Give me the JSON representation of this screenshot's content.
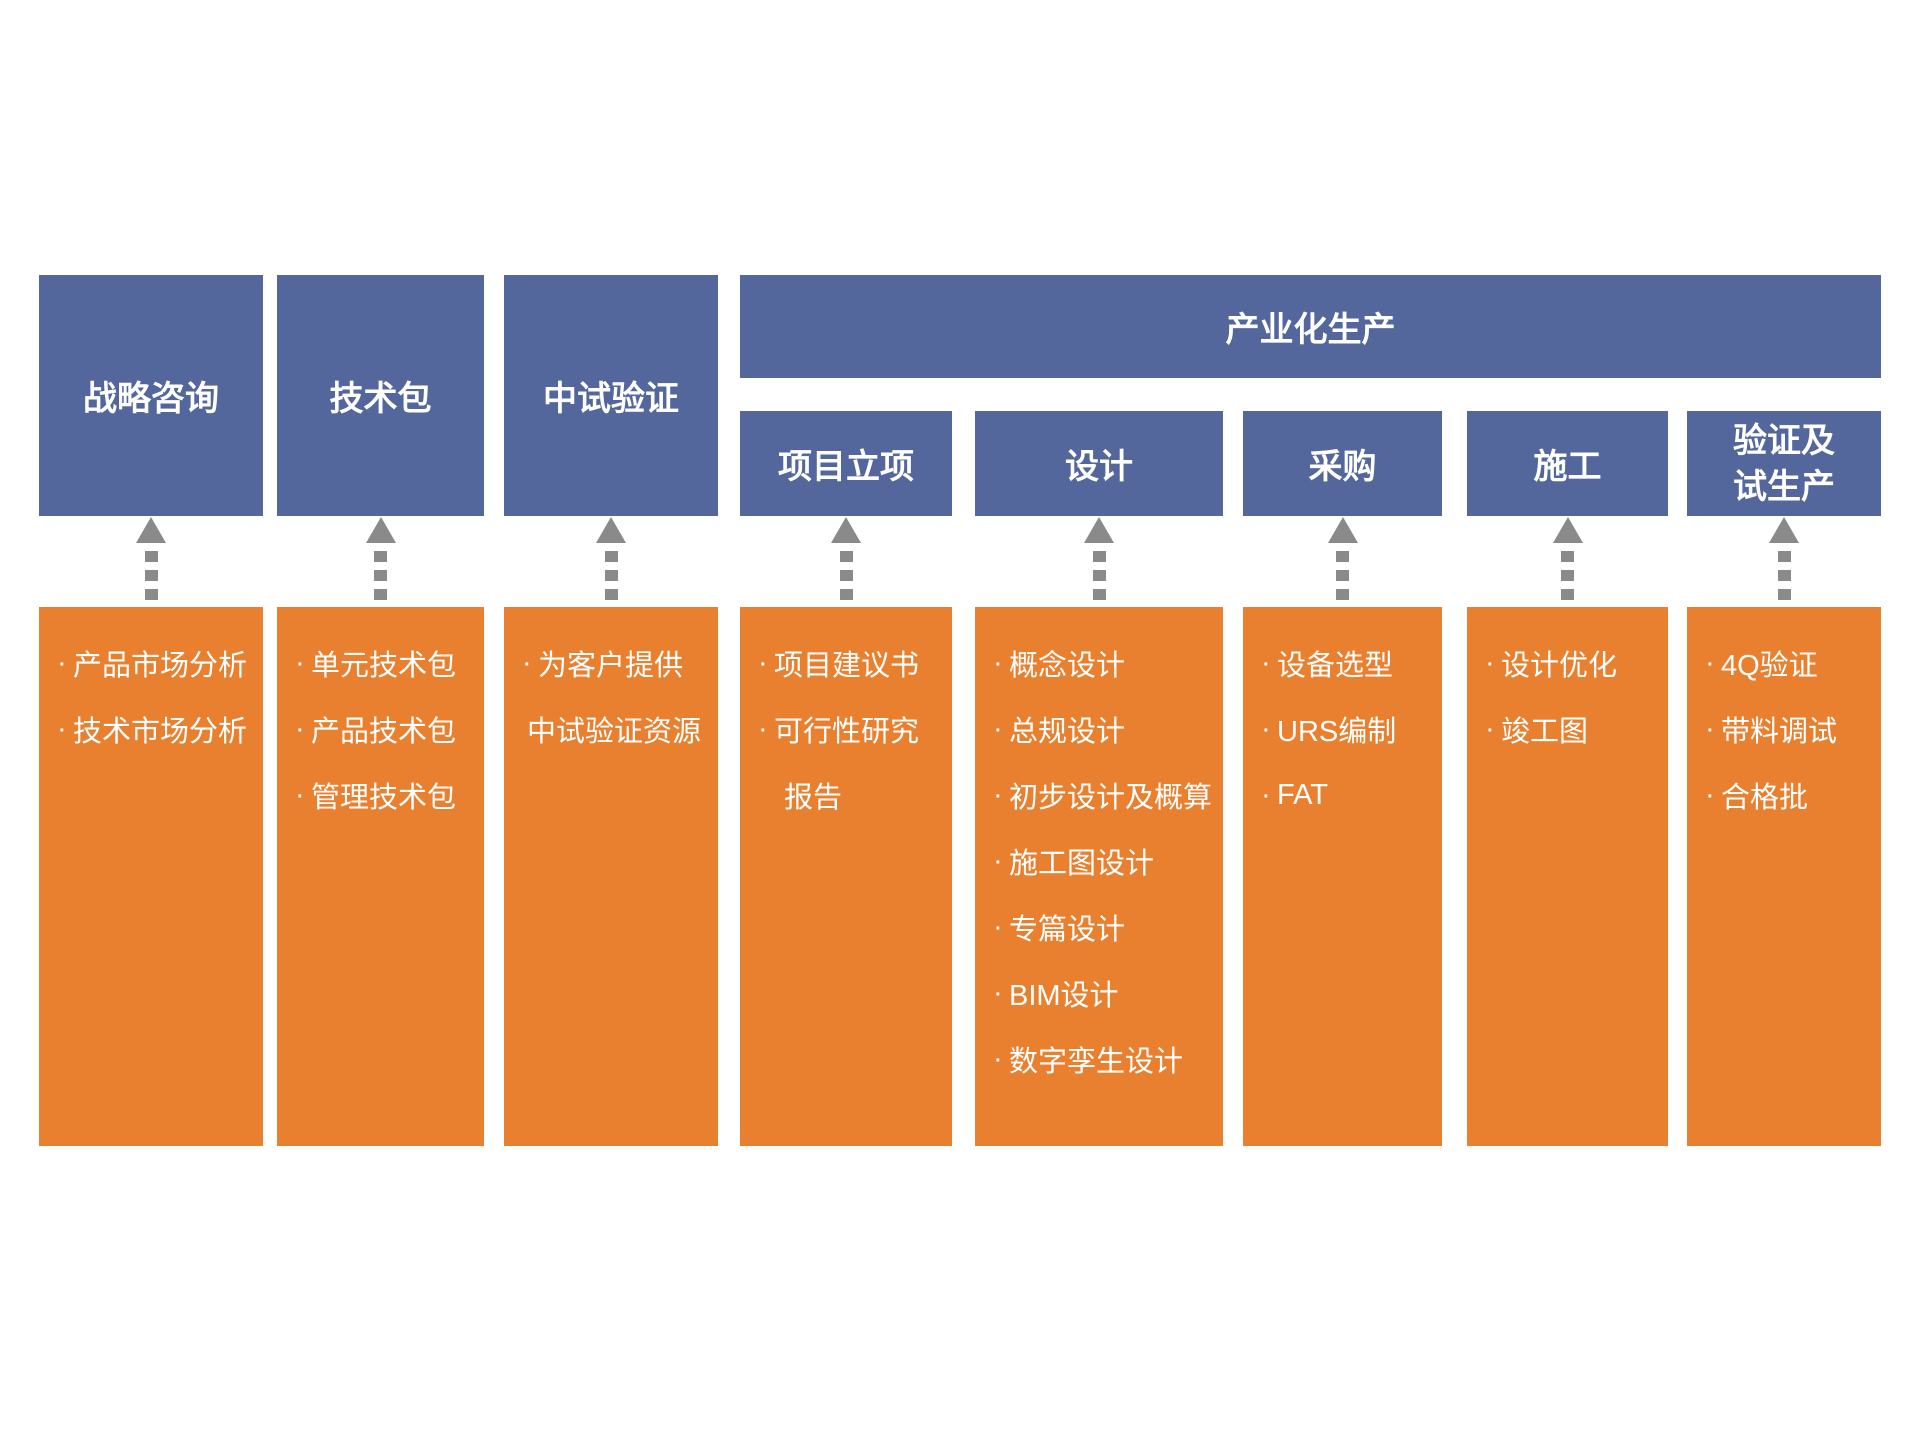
{
  "meta": {
    "bullet": "·"
  },
  "colors": {
    "blue": "#54679D",
    "orange": "#E8802F",
    "arrow_gray": "#8A8A8A",
    "background": "#FFFFFF",
    "text_on_color": "#FFFFFF"
  },
  "banner": {
    "label": "产业化生产"
  },
  "columns": [
    {
      "key": "strategy-consulting",
      "header": "战略咨询",
      "items": [
        {
          "bullet": true,
          "t": "产品市场分析"
        },
        {
          "bullet": true,
          "t": "技术市场分析"
        }
      ]
    },
    {
      "key": "tech-package",
      "header": "技术包",
      "items": [
        {
          "bullet": true,
          "t": "单元技术包"
        },
        {
          "bullet": true,
          "t": "产品技术包"
        },
        {
          "bullet": true,
          "t": "管理技术包"
        }
      ]
    },
    {
      "key": "pilot-verification",
      "header": "中试验证",
      "items": [
        {
          "bullet": true,
          "t": "为客户提供"
        },
        {
          "bullet": false,
          "t": "中试验证资源"
        }
      ]
    },
    {
      "key": "project-initiation",
      "header": "项目立项",
      "items": [
        {
          "bullet": true,
          "t": "项目建议书"
        },
        {
          "bullet": true,
          "t": "可行性研究"
        },
        {
          "bullet": false,
          "t": "报告"
        }
      ]
    },
    {
      "key": "design",
      "header": "设计",
      "items": [
        {
          "bullet": true,
          "t": "概念设计"
        },
        {
          "bullet": true,
          "t": "总规设计"
        },
        {
          "bullet": true,
          "t": "初步设计及概算"
        },
        {
          "bullet": true,
          "t": "施工图设计"
        },
        {
          "bullet": true,
          "t": "专篇设计"
        },
        {
          "bullet": true,
          "t": "BIM设计"
        },
        {
          "bullet": true,
          "t": "数字孪生设计"
        }
      ]
    },
    {
      "key": "procurement",
      "header": "采购",
      "items": [
        {
          "bullet": true,
          "t": "设备选型"
        },
        {
          "bullet": true,
          "t": "URS编制"
        },
        {
          "bullet": true,
          "t": "FAT"
        }
      ]
    },
    {
      "key": "construction",
      "header": "施工",
      "items": [
        {
          "bullet": true,
          "t": "设计优化"
        },
        {
          "bullet": true,
          "t": "竣工图"
        }
      ]
    },
    {
      "key": "verification-trial-production",
      "header": "验证及试生产",
      "header_lines": [
        "验证及",
        "试生产"
      ],
      "items": [
        {
          "bullet": true,
          "t": "4Q验证"
        },
        {
          "bullet": true,
          "t": "带料调试"
        },
        {
          "bullet": true,
          "t": "合格批"
        }
      ]
    }
  ]
}
